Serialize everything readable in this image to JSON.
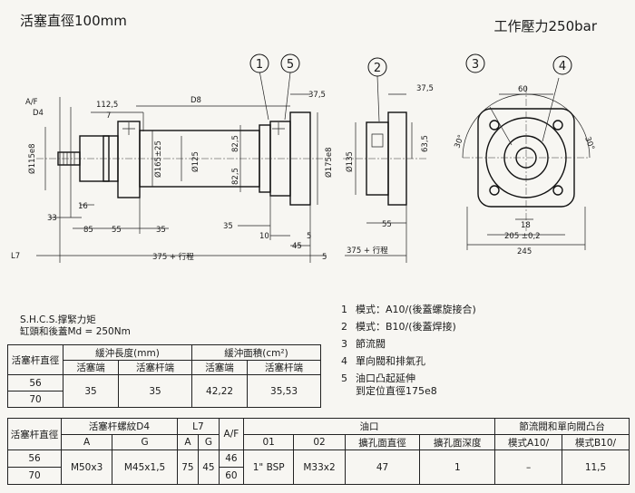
{
  "header": {
    "title_left": "活塞直徑100mm",
    "title_right": "工作壓力250bar"
  },
  "callouts": [
    "1",
    "5",
    "2",
    "3",
    "4"
  ],
  "dims": {
    "af": "A/F",
    "d4": "D4",
    "d112": "112,5",
    "d7": "7",
    "d8": "D8",
    "d37a": "37,5",
    "d37b": "37,5",
    "phi115": "Ø115e8",
    "phi165": "Ø165±25",
    "phi125": "Ø125",
    "d825a": "82,5",
    "d825b": "82,5",
    "phi175": "Ø175e8",
    "phi135": "Ø135",
    "d635": "63,5",
    "d60": "60",
    "deg30a": "30°",
    "deg30b": "30°",
    "d33": "33",
    "d16": "16",
    "d85": "85",
    "d55a": "55",
    "d35a": "35",
    "d35b": "35",
    "d10": "10",
    "d45": "45",
    "d55b": "55",
    "d5a": "5",
    "d5b": "5",
    "l7": "L7",
    "stroke1": "375 + 行程",
    "stroke2": "375 + 行程",
    "d18": "18",
    "d205": "205 ±0,2",
    "d245": "245"
  },
  "notes": {
    "shcs_line1": "S.H.C.S.撑緊力矩",
    "shcs_line2": "缸頭和後蓋Md = 250Nm"
  },
  "legend": [
    {
      "num": "1",
      "text": "模式：A10/(後蓋螺旋接合)"
    },
    {
      "num": "2",
      "text": "模式：B10/(後蓋焊接)"
    },
    {
      "num": "3",
      "text": "節流閥"
    },
    {
      "num": "4",
      "text": "單向閥和排氣孔"
    },
    {
      "num": "5",
      "text": "油口凸起延伸",
      "sub": "到定位直徑175e8"
    }
  ],
  "table1": {
    "h_rod": "活塞杆直徑",
    "h_len": "緩沖長度(mm)",
    "h_area": "緩沖面積(cm²)",
    "h_piston": "活塞端",
    "h_rodend": "活塞杆端",
    "h_piston2": "活塞端",
    "h_rodend2": "活塞杆端",
    "rod1": "56",
    "rod2": "70",
    "len_p": "35",
    "len_r": "35",
    "area_p": "42,22",
    "area_r": "35,53"
  },
  "table2": {
    "h_rod": "活塞杆直徑",
    "h_thread": "活塞杆螺紋D4",
    "h_l7": "L7",
    "h_af": "A/F",
    "h_port": "油口",
    "h_valve": "節流閥和單向閥凸台",
    "a": "A",
    "g": "G",
    "a2": "A",
    "g2": "G",
    "o1": "01",
    "o2": "02",
    "h_spot": "擴孔面直徑",
    "h_depth": "擴孔面深度",
    "h_modeA": "模式A10/",
    "h_modeB": "模式B10/",
    "rod1": "56",
    "rod2": "70",
    "thA": "M50x3",
    "thG": "M45x1,5",
    "l7A": "75",
    "l7G": "45",
    "af1": "46",
    "af2": "60",
    "p01": "1\" BSP",
    "p02": "M33x2",
    "spot": "47",
    "depth": "1",
    "modeA": "–",
    "modeB": "11,5"
  }
}
